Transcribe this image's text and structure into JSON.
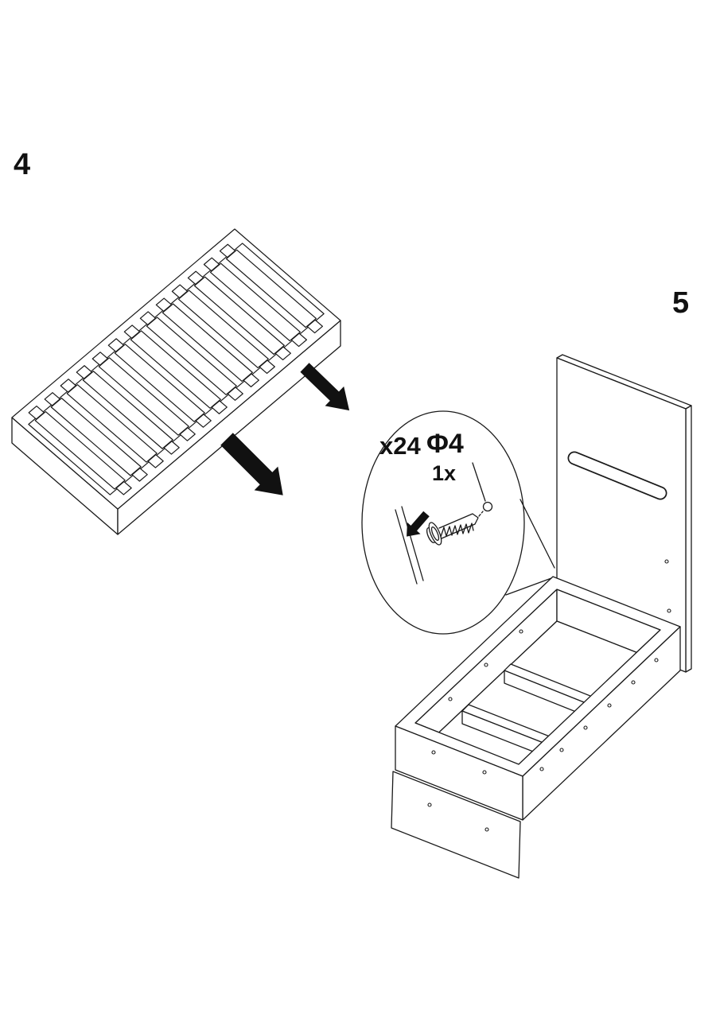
{
  "page": {
    "background": "#ffffff",
    "line_color": "#1a1a1a",
    "arrow_color": "#111111"
  },
  "steps": [
    {
      "number": "4"
    },
    {
      "number": "5"
    }
  ],
  "callout": {
    "quantity": "x24",
    "diameter": "Φ4",
    "count": "1x"
  },
  "illustrations": {
    "step4_part": "slatted-bed-base",
    "step5_part": "bed-frame-with-headboard",
    "callout_part": "screw-into-pilot-hole"
  }
}
